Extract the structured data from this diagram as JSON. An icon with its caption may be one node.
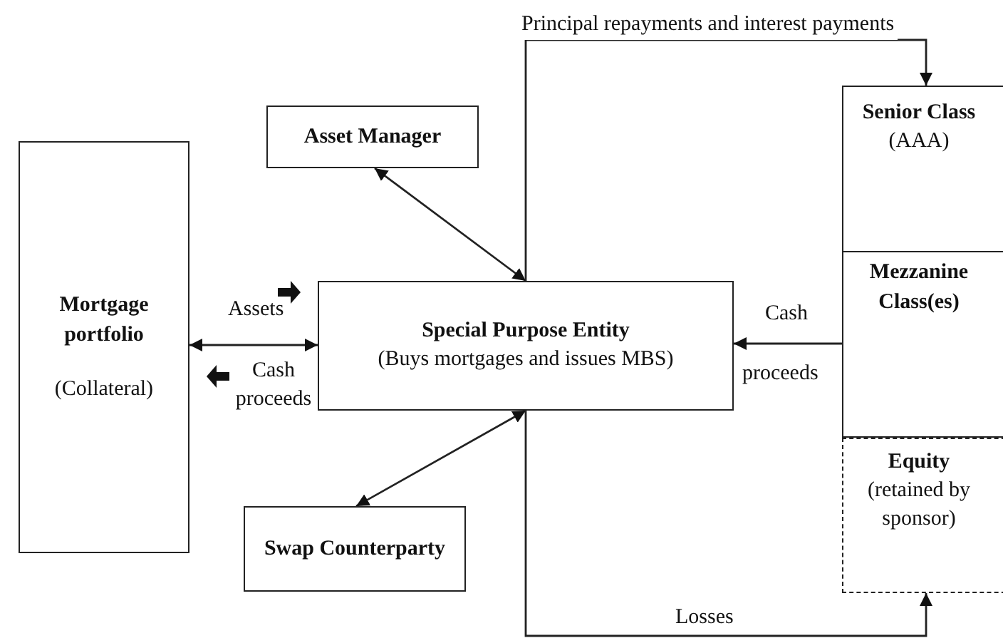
{
  "diagram": {
    "nodes": [
      {
        "text": [
          "Asset Manager"
        ]
      },
      {
        "text": [
          "Mortgage portfolio",
          "(Collateral)"
        ]
      },
      {
        "text": [
          "Special Purpose Entity",
          "(Buys mortgages and issues MBS)"
        ]
      },
      {
        "text": [
          "Swap Counterparty"
        ]
      },
      {
        "text": [
          "Senior Class",
          "(AAA)"
        ]
      },
      {
        "text": [
          "Mezzanine Class(es)"
        ]
      },
      {
        "text": [
          "Equity",
          "(retained by sponsor)"
        ]
      }
    ],
    "edges": [
      {
        "from": 2,
        "to": 0,
        "arrow": "both"
      },
      {
        "from": 1,
        "to": 2,
        "arrow": "both"
      },
      {
        "from": 2,
        "to": 3,
        "arrow": "both"
      },
      {
        "from": 2,
        "to": 4,
        "arrow": "to",
        "label": "Principal repayments and interest payments"
      },
      {
        "from": 5,
        "to": 2,
        "arrow": "to"
      },
      {
        "from": 2,
        "to": 6,
        "arrow": "to",
        "label": "Losses"
      }
    ],
    "labels": [
      "Assets",
      "Cash proceeds",
      "Cash",
      "proceeds"
    ]
  }
}
